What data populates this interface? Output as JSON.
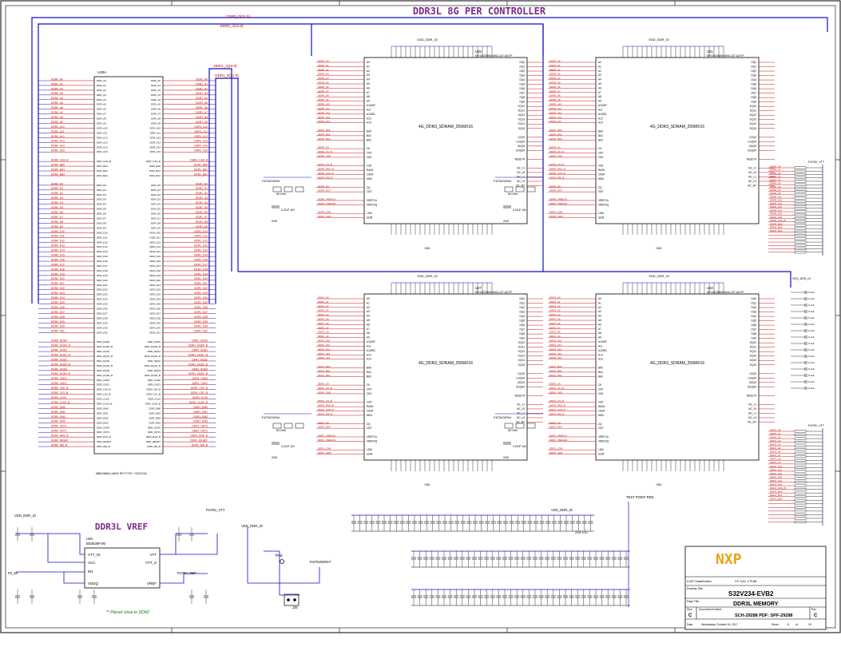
{
  "sheet": {
    "title": "DDR3L 8G PER CONTROLLER",
    "vref_title": "DDR3L VREF",
    "vref_note": "** Placed close to DDR2"
  },
  "controller": {
    "ref": "U30A",
    "part": "MBA25684-1ANG EP+T733 + S32V234",
    "left_nets": [
      "DDR0_A0",
      "DDR0_A1",
      "DDR0_A2",
      "DDR0_A3",
      "DDR0_A4",
      "DDR0_A5",
      "DDR0_A6",
      "DDR0_A7",
      "DDR0_A8",
      "DDR0_A9",
      "DDR0_A10",
      "DDR0_A11",
      "DDR0_A12",
      "DDR0_A13",
      "DDR0_A14",
      "DDR0_A15"
    ],
    "right_nets": [
      "DDR1_A0",
      "DDR1_A1",
      "DDR1_A2",
      "DDR1_A3",
      "DDR1_A4",
      "DDR1_A5",
      "DDR1_A6",
      "DDR1_A7",
      "DDR1_A8",
      "DDR1_A9",
      "DDR1_A10",
      "DDR1_A11",
      "DDR1_A12",
      "DDR1_A13",
      "DDR1_A14",
      "DDR1_A15"
    ],
    "left_ctrl": [
      "DDR0_CAS_B",
      "DDR0_BA0",
      "DDR0_BA1",
      "DDR0_BA2"
    ],
    "right_ctrl": [
      "DDR1_CAS_B",
      "DDR1_BA0",
      "DDR1_BA1",
      "DDR1_BA2"
    ],
    "left_data": [
      "DDR0_D0",
      "DDR0_D1",
      "DDR0_D2",
      "DDR0_D3",
      "DDR0_D4",
      "DDR0_D5",
      "DDR0_D6",
      "DDR0_D7",
      "DDR0_D8",
      "DDR0_D9",
      "DDR0_D10",
      "DDR0_D11",
      "DDR0_D12",
      "DDR0_D13",
      "DDR0_D14",
      "DDR0_D15",
      "DDR0_D16",
      "DDR0_D17",
      "DDR0_D18",
      "DDR0_D19",
      "DDR0_D20",
      "DDR0_D21",
      "DDR0_D22",
      "DDR0_D23",
      "DDR0_D24",
      "DDR0_D25",
      "DDR0_D26",
      "DDR0_D27",
      "DDR0_D28",
      "DDR0_D29",
      "DDR0_D30",
      "DDR0_D31"
    ],
    "right_data": [
      "DDR1_D0",
      "DDR1_D1",
      "DDR1_D2",
      "DDR1_D3",
      "DDR1_D4",
      "DDR1_D5",
      "DDR1_D6",
      "DDR1_D7",
      "DDR1_D8",
      "DDR1_D9",
      "DDR1_D10",
      "DDR1_D11",
      "DDR1_D12",
      "DDR1_D13",
      "DDR1_D14",
      "DDR1_D15",
      "DDR1_D16",
      "DDR1_D17",
      "DDR1_D18",
      "DDR1_D19",
      "DDR1_D20",
      "DDR1_D21",
      "DDR1_D22",
      "DDR1_D23",
      "DDR1_D24",
      "DDR1_D25",
      "DDR1_D26",
      "DDR1_D27",
      "DDR1_D28",
      "DDR1_D29",
      "DDR1_D30",
      "DDR1_D31"
    ],
    "left_misc": [
      "DDR0_DQS0",
      "DDR0_DQS0_B",
      "DDR0_DQS1",
      "DDR0_DQS1_B",
      "DDR0_DQS2",
      "DDR0_DQS2_B",
      "DDR0_DQS3",
      "DDR0_DQS3_B",
      "DDR0_CKE0",
      "DDR0_CKE1",
      "DDR0_CS0_B",
      "DDR0_CS1_B",
      "DDR0_CLK0",
      "DDR0_CLK0_B",
      "DDR0_DM0",
      "DDR0_DM1",
      "DDR0_DM2",
      "DDR0_DM3",
      "DDR0_ODT0",
      "DDR0_ODT1",
      "DDR0_RAS_B",
      "DDR0_RESET",
      "DDR0_WE_B"
    ],
    "right_misc": [
      "DDR1_DQS0",
      "DDR1_DQS0_B",
      "DDR1_DQS1",
      "DDR1_DQS1_B",
      "DDR1_DQS2",
      "DDR1_DQS2_B",
      "DDR1_DQS3",
      "DDR1_DQS3_B",
      "DDR1_CKE0",
      "DDR1_CKE1",
      "DDR1_CS0_B",
      "DDR1_CS1_B",
      "DDR1_CLK0",
      "DDR1_CLK0_B",
      "DDR1_DM0",
      "DDR1_DM1",
      "DDR1_DM2",
      "DDR1_DM3",
      "DDR1_ODT0",
      "DDR1_ODT1",
      "DDR1_RAS_B",
      "DDR1_RESET",
      "DDR1_WE_B"
    ],
    "bus_labels": [
      "DDR0_D[31:0]",
      "DDR0_A[16:0]",
      "DDR1_A[16:0]",
      "DDR1_D[31:0]"
    ]
  },
  "drams": [
    {
      "ref": "U36",
      "part": "MT41K256M16HA-107 AUT:P",
      "type": "4G_DDR3_SDRAM_256MX16",
      "supply": "VDD_DDR_IO"
    },
    {
      "ref": "U31",
      "part": "MT41K256M16HA-107 AUT:P",
      "type": "4G_DDR3_SDRAM_256MX16",
      "supply": "VDD_DDR_IO"
    },
    {
      "ref": "U27",
      "part": "MT41K256M16HA-107 AUT:P",
      "type": "4G_DDR3_SDRAM_256MX16",
      "supply": "VDD_DDR_IO"
    },
    {
      "ref": "U34",
      "part": "MT41K256M16HA-107 AUT:P",
      "type": "4G_DDR3_SDRAM_256MX16",
      "supply": "VDD_DDR_IO"
    }
  ],
  "dram_pins_left": [
    "A0",
    "A1",
    "A2",
    "A3",
    "A4",
    "A5",
    "A6",
    "A7",
    "A8",
    "A9",
    "A10/AP",
    "A11",
    "A12/BC",
    "A13",
    "A14",
    "",
    "BA0",
    "BA1",
    "BA2",
    "",
    "CK",
    "CK#",
    "CKE",
    "",
    "CS#",
    "RAS#",
    "CAS#",
    "WE#",
    "",
    "ZQ",
    "ODT",
    "",
    "VREFCA",
    "VREFDQ",
    "",
    "LDM",
    "UDM"
  ],
  "dram_pins_right": [
    "DQ0",
    "DQ1",
    "DQ2",
    "DQ3",
    "DQ4",
    "DQ5",
    "DQ6",
    "DQ7",
    "DQ8",
    "DQ9",
    "DQ10",
    "DQ11",
    "DQ12",
    "DQ13",
    "DQ14",
    "DQ15",
    "",
    "LDQS",
    "LDQS#",
    "UDQS",
    "UDQS#",
    "",
    "RESET#",
    "",
    "NC_J1",
    "NC_J9",
    "NC_L1",
    "NC_L9",
    "NC_M7"
  ],
  "vref": {
    "ref": "U39",
    "part": "BD3528FVM",
    "pins_left": [
      "VTT_IN",
      "VCC",
      "EN",
      "VDDQ"
    ],
    "pins_right": [
      "VTT",
      "VTT_S",
      "",
      "VREF"
    ],
    "nets": [
      "VDD_DDR_IO",
      "P2_5V",
      "P.675V_VTT",
      "P.675V_REF",
      "P.675VDDRef",
      "GND"
    ],
    "test_point": "TP31",
    "jumper": "J35"
  },
  "power_labels": [
    "VDD_DDR_IO",
    "P.675V_VTT",
    "P.675VDDRef",
    "GND",
    "TEST POINT RED"
  ],
  "passives": [
    "80 OHM",
    "0.22UF 16V",
    "1UF",
    "0.1uF",
    "240 1%",
    "22uF 6.3V",
    "2.2K"
  ],
  "title_block": {
    "classification_label": "ICAP Classification:",
    "classification_fields": "CP:      IUO: X     PUBI:",
    "drawing_title_label": "Drawing Title:",
    "drawing_title": "S32V234-EVB2",
    "page_title_label": "Page Title:",
    "page_title": "DDR3L MEMORY",
    "size_label": "Size",
    "size": "C",
    "doc_number_label": "Document Number",
    "doc_number": "SCH-29288 PDF: SPF-29288",
    "rev_label": "Rev",
    "rev": "C",
    "date_label": "Date:",
    "date": "Wednesday, October 04, 2017",
    "sheet_label": "Sheet",
    "sheet_num": "8",
    "sheet_of": "of",
    "sheet_total": "19",
    "logo": "NXP"
  },
  "colors": {
    "net": "#c00000",
    "wire": "#1010c0",
    "text": "#000000",
    "title": "#7b2a8a",
    "note": "#008000"
  }
}
